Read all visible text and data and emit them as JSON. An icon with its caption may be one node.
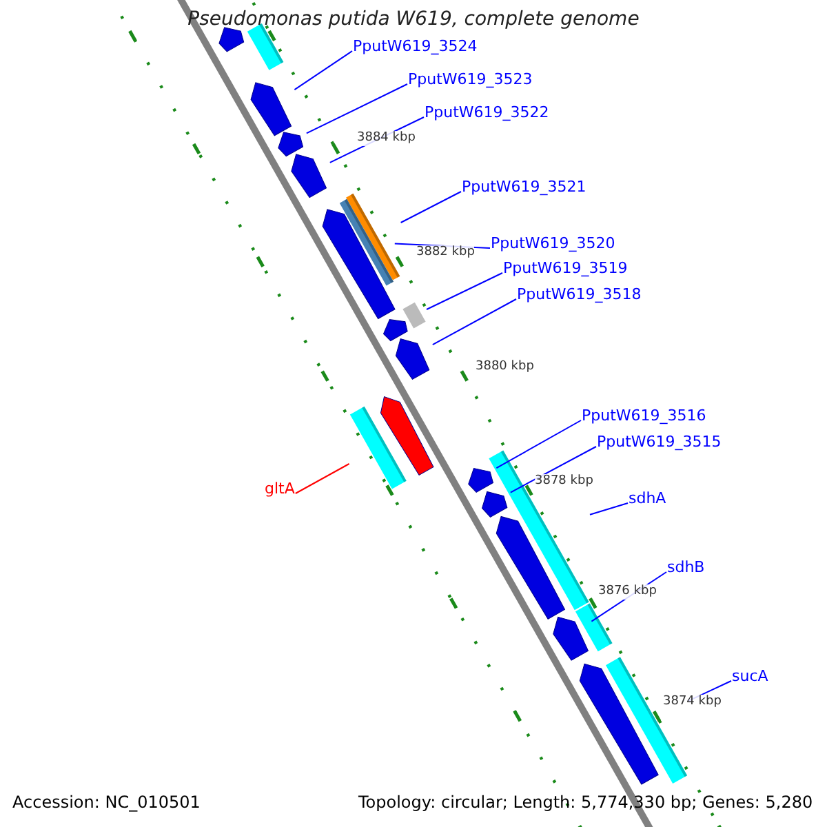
{
  "diagram": {
    "title": "Pseudomonas putida W619, complete genome",
    "nodes": [
      {
        "text": [
          "PputW619_3524"
        ]
      },
      {
        "text": [
          "PputW619_3523"
        ]
      },
      {
        "text": [
          "PputW619_3522"
        ]
      },
      {
        "text": [
          "PputW619_3521"
        ]
      },
      {
        "text": [
          "PputW619_3520"
        ]
      },
      {
        "text": [
          "PputW619_3519"
        ]
      },
      {
        "text": [
          "PputW619_3518"
        ]
      },
      {
        "text": [
          "PputW619_3516"
        ]
      },
      {
        "text": [
          "PputW619_3515"
        ]
      },
      {
        "text": [
          "gltA"
        ]
      },
      {
        "text": [
          "sdhA"
        ]
      },
      {
        "text": [
          "sdhB"
        ]
      },
      {
        "text": [
          "sucA"
        ]
      },
      {
        "text": [],
        "shape": "pentagon"
      },
      {
        "text": [],
        "shape": "bar"
      },
      {
        "text": [],
        "shape": "pentagon"
      },
      {
        "text": [],
        "shape": "pentagon"
      },
      {
        "text": [],
        "shape": "pentagon"
      },
      {
        "text": [],
        "shape": "bar"
      },
      {
        "text": [],
        "shape": "bar"
      },
      {
        "text": [],
        "shape": "pentagon"
      },
      {
        "text": [],
        "shape": "box"
      },
      {
        "text": [],
        "shape": "pentagon"
      },
      {
        "text": [],
        "shape": "pentagon"
      },
      {
        "text": [],
        "shape": "pentagon"
      },
      {
        "text": [],
        "shape": "bar"
      },
      {
        "text": [],
        "shape": "bar"
      },
      {
        "text": [],
        "shape": "pentagon"
      },
      {
        "text": [],
        "shape": "pentagon"
      },
      {
        "text": [],
        "shape": "pentagon"
      },
      {
        "text": [],
        "shape": "bar"
      },
      {
        "text": [],
        "shape": "pentagon"
      },
      {
        "text": [],
        "shape": "bar"
      },
      {
        "text": [],
        "shape": "pentagon"
      }
    ],
    "edges": [
      {
        "from": 0,
        "to": 15,
        "arrow": "none"
      },
      {
        "from": 1,
        "to": 16,
        "arrow": "none"
      },
      {
        "from": 2,
        "to": 17,
        "arrow": "none"
      },
      {
        "from": 3,
        "to": 18,
        "arrow": "none"
      },
      {
        "from": 4,
        "to": 19,
        "arrow": "none"
      },
      {
        "from": 5,
        "to": 21,
        "arrow": "none"
      },
      {
        "from": 6,
        "to": 23,
        "arrow": "none"
      },
      {
        "from": 7,
        "to": 27,
        "arrow": "none"
      },
      {
        "from": 8,
        "to": 28,
        "arrow": "none"
      },
      {
        "from": 9,
        "to": 25,
        "arrow": "none",
        "color": "#ff0000"
      },
      {
        "from": 10,
        "to": 26,
        "arrow": "none"
      },
      {
        "from": 11,
        "to": 31,
        "arrow": "none"
      },
      {
        "from": 12,
        "to": 32,
        "arrow": "none"
      }
    ],
    "labels": [
      "3884 kbp",
      "3882 kbp",
      "3880 kbp",
      "3878 kbp",
      "3876 kbp",
      "3874 kbp",
      "Accession: NC_010501",
      "Topology: circular; Length: 5,774,330 bp; Genes: 5,280"
    ]
  }
}
